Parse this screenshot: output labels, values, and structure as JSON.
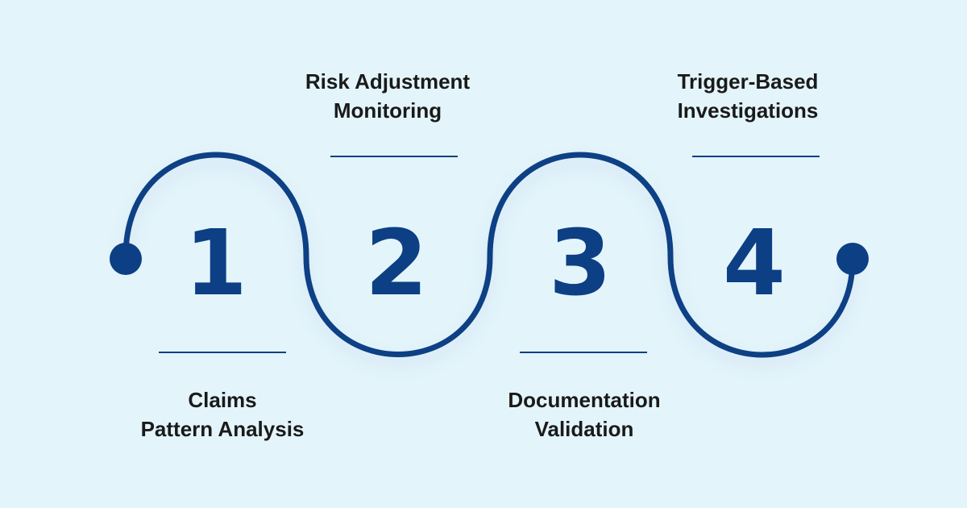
{
  "colors": {
    "background": "#e3f5fb",
    "accent": "#0d3f84",
    "text": "#1a1a1a"
  },
  "steps": [
    {
      "number": "1",
      "label_line1": "Claims",
      "label_line2": "Pattern Analysis"
    },
    {
      "number": "2",
      "label_line1": "Risk Adjustment",
      "label_line2": "Monitoring"
    },
    {
      "number": "3",
      "label_line1": "Documentation",
      "label_line2": "Validation"
    },
    {
      "number": "4",
      "label_line1": "Trigger-Based",
      "label_line2": "Investigations"
    }
  ]
}
